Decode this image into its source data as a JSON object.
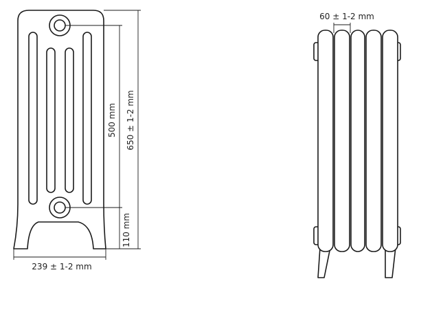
{
  "front_view": {
    "dim_width": "239 ± 1-2 mm",
    "dim_axis_height": "500 mm",
    "dim_total_height": "650 ± 1-2 mm",
    "dim_leg_height": "110 mm"
  },
  "side_view": {
    "dim_section_pitch": "60 ± 1-2 mm"
  },
  "colors": {
    "line": "#1a1a1a",
    "background": "#ffffff"
  }
}
